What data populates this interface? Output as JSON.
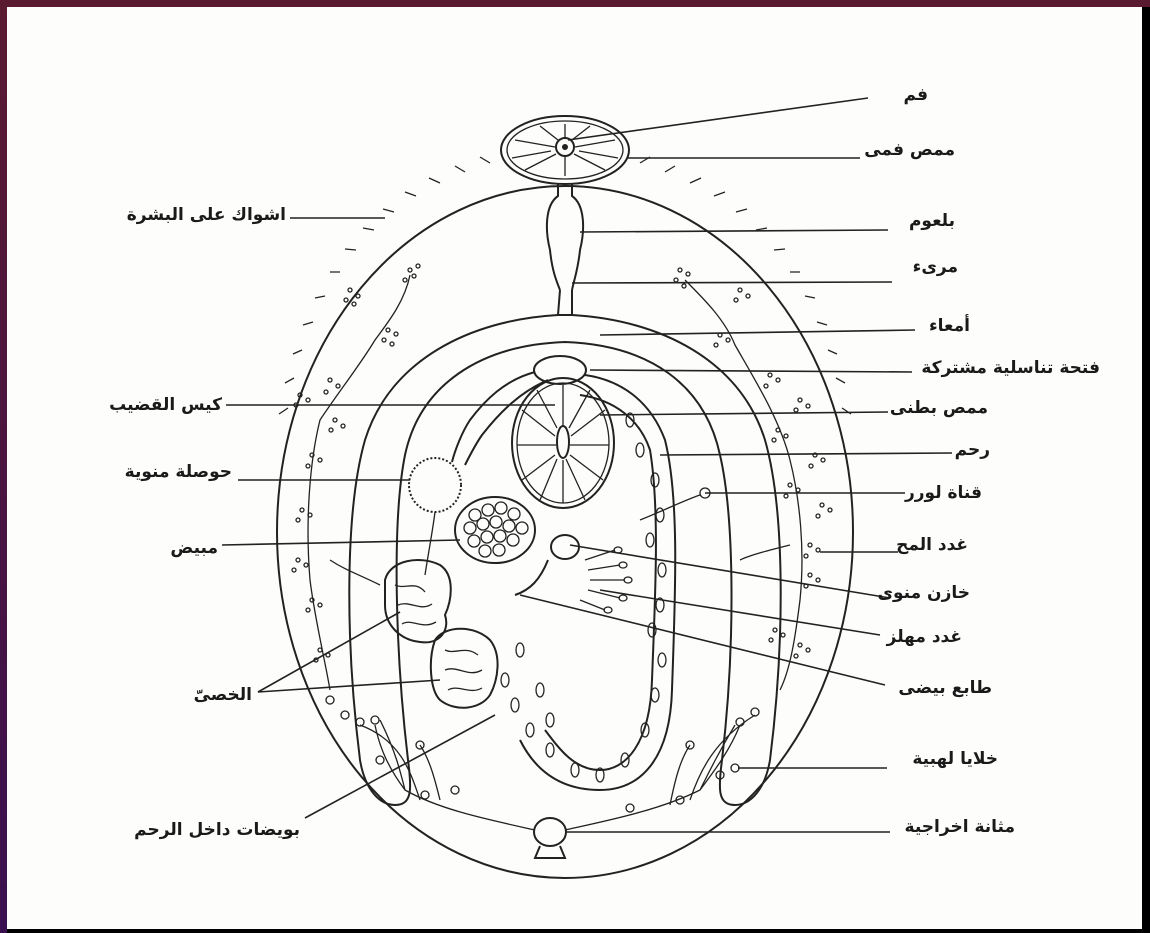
{
  "labels": {
    "mouth": "فم",
    "oral_sucker": "ممص فمى",
    "pharynx": "بلعوم",
    "esophagus": "مرىء",
    "intestines": "أمعاء",
    "genital_opening": "فتحة تناسلية مشتركة",
    "ventral_sucker": "ممص بطنى",
    "uterus": "رحم",
    "laurer_canal": "قناة لورر",
    "vitelline_glands": "غدد المح",
    "seminal_receptacle": "خازن منوى",
    "mehlis_glands": "غدد مهلز",
    "ootype": "طابع بيضى",
    "flame_cells": "خلايا لهبية",
    "excretory_bladder": "مثانة اخراجية",
    "tegument_spines": "اشواك على البشرة",
    "cirrus_sac": "كيس القضيب",
    "seminal_vesicle": "حوصلة منوية",
    "ovary": "مبيض",
    "testes": "الخصىّ",
    "eggs_in_uterus": "بويضات داخل الرحم"
  },
  "colors": {
    "frame": "#5a1a30",
    "paper": "#fdfdfb",
    "ink": "#222222"
  }
}
